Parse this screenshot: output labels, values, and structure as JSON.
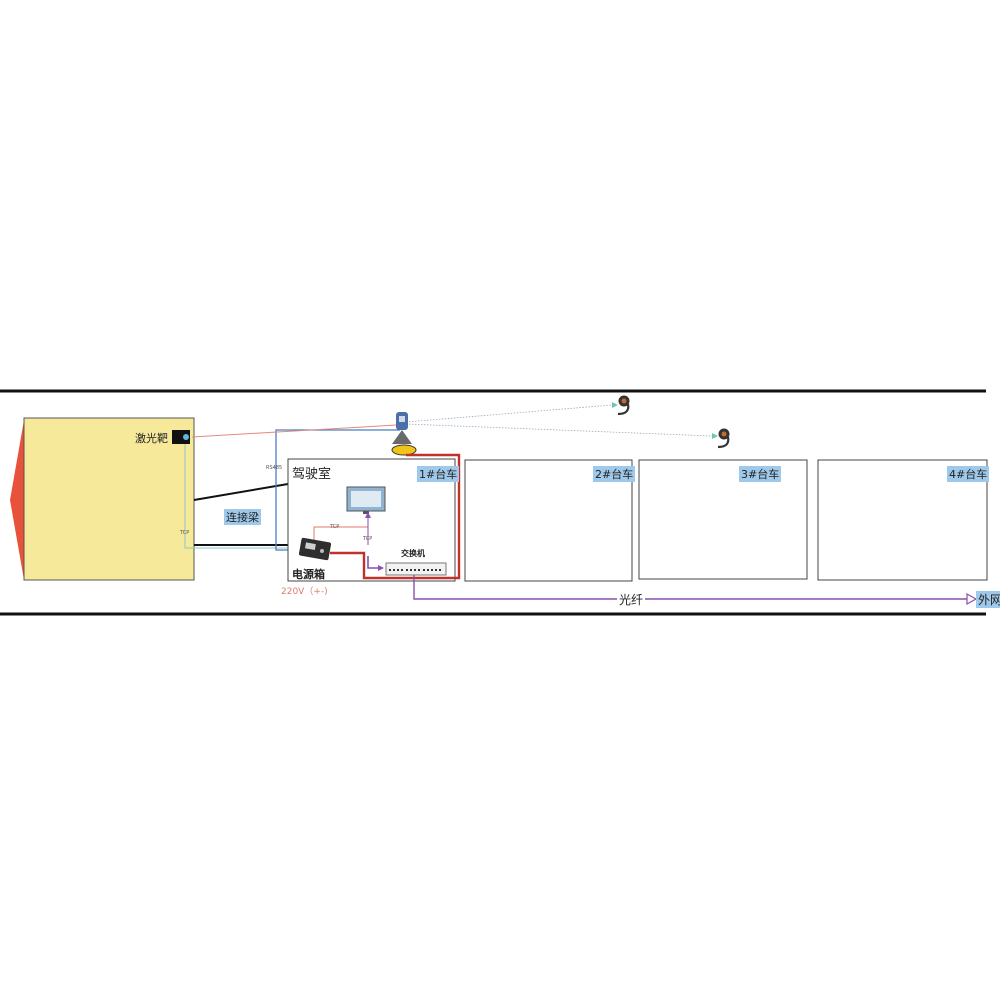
{
  "labels": {
    "laser_target": "激光靶",
    "cabin": "驾驶室",
    "bridge": "连接梁",
    "power_box": "电源箱",
    "switch": "交换机",
    "power_spec": "220V（+-)",
    "fiber": "光纤",
    "external_net": "外网",
    "tcp_left": "TCP",
    "tcp_monitor": "TCP",
    "tcp_switch": "TCP",
    "rs485": "RS485"
  },
  "carts": [
    {
      "label": "1#台车"
    },
    {
      "label": "2#台车"
    },
    {
      "label": "3#台车"
    },
    {
      "label": "4#台车"
    }
  ],
  "colors": {
    "machine_fill": "#f7e99a",
    "cutter": "#e8513a",
    "power_line": "#c0312b",
    "fiber_line": "#8a4fb0",
    "rs485_line": "#4a7fc1",
    "tcp_line": "#8fc6c6",
    "highlight": "#9fc9ea"
  }
}
